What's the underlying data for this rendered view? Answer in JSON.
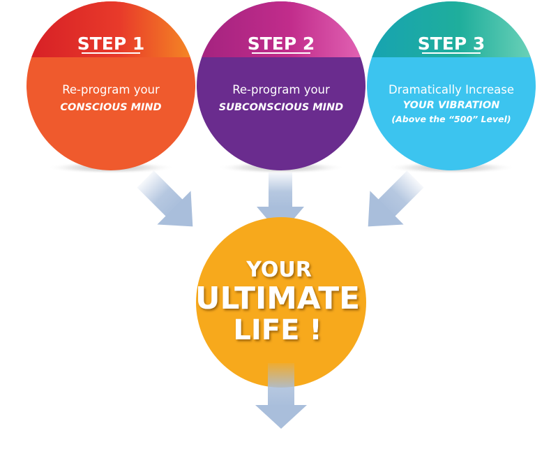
{
  "steps": [
    {
      "label": "STEP 1",
      "line1": "Re-program your",
      "line2": "CONSCIOUS MIND",
      "line3": "",
      "color": "#ef5a2d",
      "tab_color": "#e32828"
    },
    {
      "label": "STEP 2",
      "line1": "Re-program your",
      "line2": "SUBCONSCIOUS MIND",
      "line3": "",
      "color": "#6a2c8e",
      "tab_color": "#b8267e"
    },
    {
      "label": "STEP 3",
      "line1": "Dramatically Increase",
      "line2": "YOUR VIBRATION",
      "line3": "(Above the “500” Level)",
      "color": "#3cc4ef",
      "tab_color": "#1fa39a"
    }
  ],
  "result": {
    "line1": "YOUR",
    "line2": "ULTIMATE",
    "line3": "LIFE !",
    "color": "#f7a91c"
  },
  "arrow_color": "#a9bedb"
}
